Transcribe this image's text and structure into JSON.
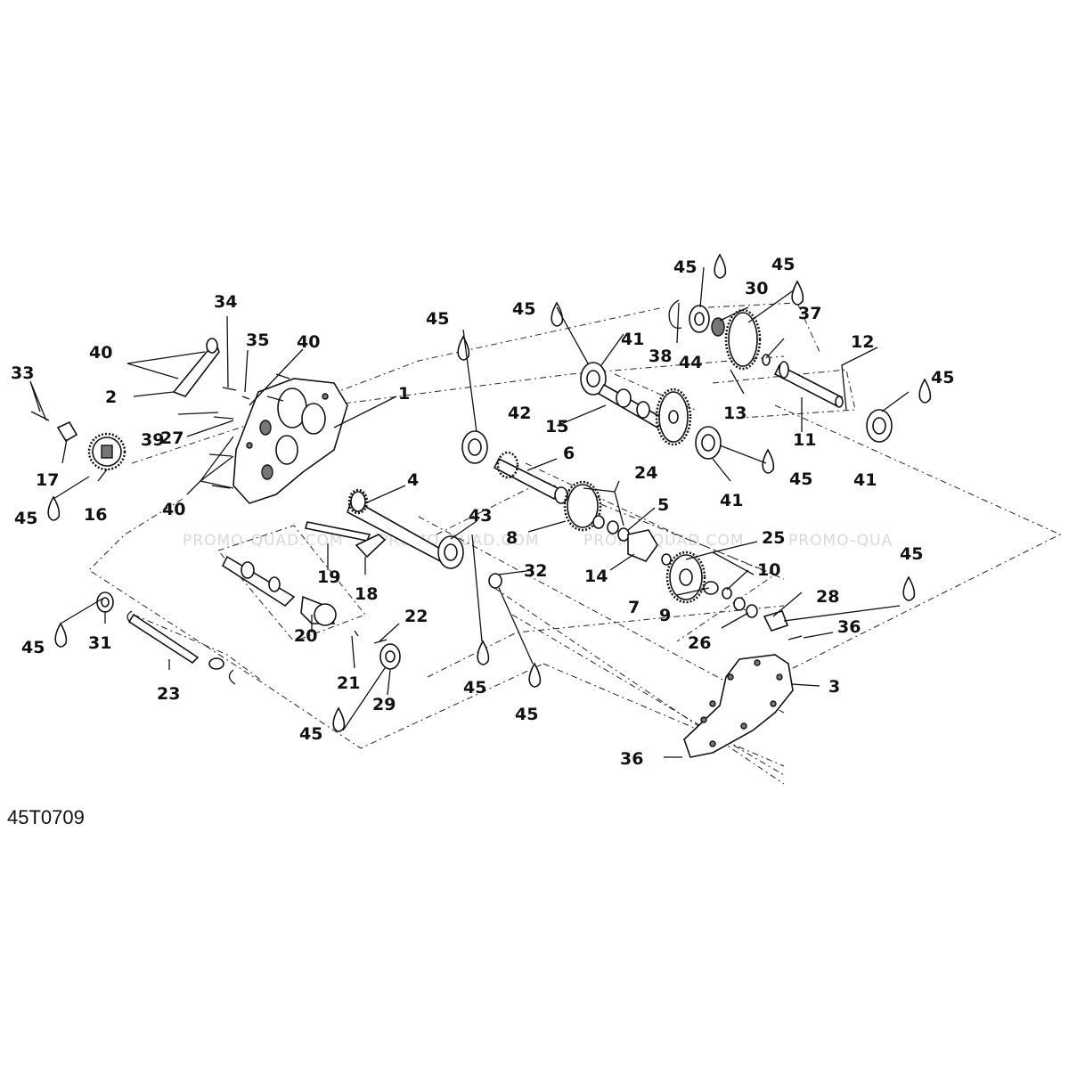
{
  "diagram": {
    "reference_code": "45T0709",
    "watermarks": [
      "PROMO-QUAD.COM",
      "PROMO-QUAD.COM",
      "PROMO-QUAD.COM",
      "PROMO-QUA"
    ],
    "callouts": {
      "n1": "1",
      "n2": "2",
      "n3": "3",
      "n4": "4",
      "n5": "5",
      "n6": "6",
      "n7": "7",
      "n8": "8",
      "n9": "9",
      "n10": "10",
      "n11": "11",
      "n12": "12",
      "n13": "13",
      "n14": "14",
      "n15": "15",
      "n16": "16",
      "n17": "17",
      "n18": "18",
      "n19": "19",
      "n20": "20",
      "n21": "21",
      "n22": "22",
      "n23": "23",
      "n24": "24",
      "n25": "25",
      "n26": "26",
      "n27": "27",
      "n28": "28",
      "n29": "29",
      "n30": "30",
      "n31": "31",
      "n32": "32",
      "n33": "33",
      "n34": "34",
      "n35": "35",
      "n36": "36",
      "n37": "37",
      "n38": "38",
      "n39": "39",
      "n40": "40",
      "n41": "41",
      "n42": "42",
      "n43": "43",
      "n44": "44",
      "n45": "45"
    }
  }
}
